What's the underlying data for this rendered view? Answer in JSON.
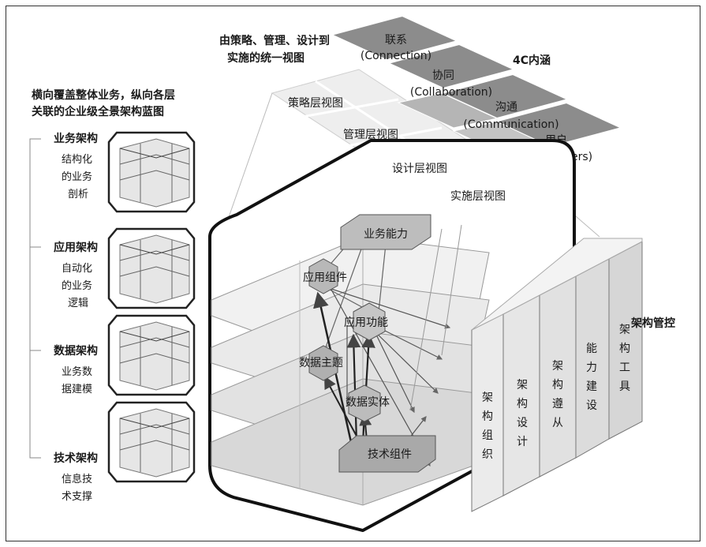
{
  "left_panel": {
    "title_line1": "横向覆盖整体业务，纵向各层",
    "title_line2": "关联的企业级全景架构蓝图",
    "layers": [
      {
        "name": "业务架构",
        "desc": [
          "结构化",
          "的业务",
          "剖析"
        ]
      },
      {
        "name": "应用架构",
        "desc": [
          "自动化",
          "的业务",
          "逻辑"
        ]
      },
      {
        "name": "数据架构",
        "desc": [
          "业务数",
          "据建模"
        ]
      },
      {
        "name": "技术架构",
        "desc": [
          "信息技",
          "术支撑"
        ]
      }
    ]
  },
  "top_caption": {
    "line1": "由策略、管理、设计到",
    "line2": "实施的统一视图"
  },
  "views": [
    "策略层视图",
    "管理层视图",
    "设计层视图",
    "实施层视图"
  ],
  "fourc": {
    "title": "4C内涵",
    "items": [
      {
        "cn": "联系",
        "en": "(Connection)"
      },
      {
        "cn": "协同",
        "en": "(Collaboration)"
      },
      {
        "cn": "沟通",
        "en": "(Communication)"
      },
      {
        "cn": "用户",
        "en": "(Customers)"
      }
    ]
  },
  "cube_nodes": [
    "业务能力",
    "应用组件",
    "应用功能",
    "数据主题",
    "数据实体",
    "技术组件"
  ],
  "governance": {
    "title": "架构管控",
    "panels": [
      [
        "架",
        "构",
        "组",
        "织"
      ],
      [
        "架",
        "构",
        "设",
        "计"
      ],
      [
        "架",
        "构",
        "遵",
        "从"
      ],
      [
        "能",
        "力",
        "建",
        "设"
      ],
      [
        "架",
        "构",
        "工",
        "具"
      ]
    ]
  }
}
